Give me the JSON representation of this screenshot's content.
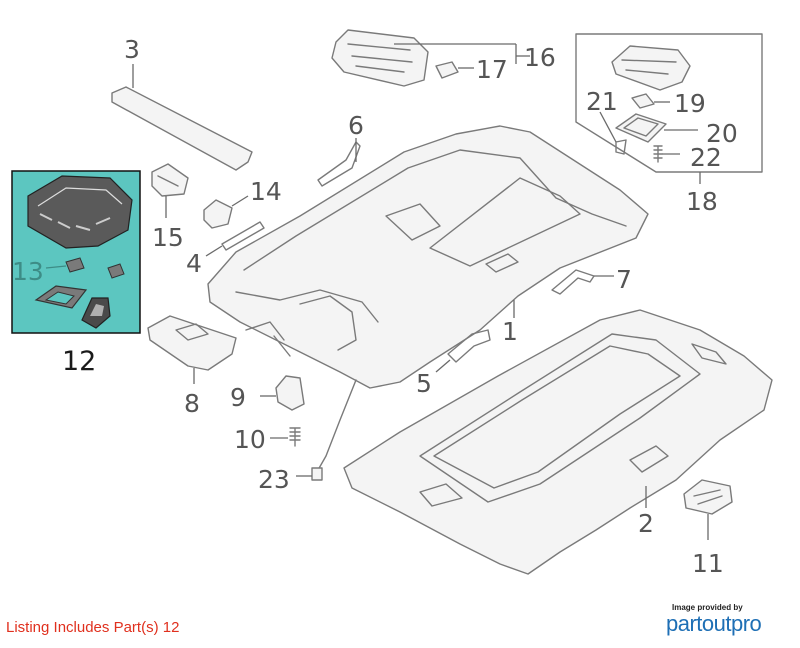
{
  "colors": {
    "highlight_box": "#5cc6c0",
    "highlight_label": "#3d8c86",
    "note_text": "#e0301e",
    "brand": "#1e6fb5"
  },
  "callouts": [
    "1",
    "2",
    "3",
    "4",
    "5",
    "6",
    "7",
    "8",
    "9",
    "10",
    "11",
    "12",
    "13",
    "14",
    "15",
    "16",
    "17",
    "18",
    "19",
    "20",
    "21",
    "22",
    "23"
  ],
  "highlighted_part": "12",
  "listing_note": "Listing Includes Part(s) 12",
  "watermark": {
    "caption": "Image provided by",
    "brand": "partoutpro"
  }
}
